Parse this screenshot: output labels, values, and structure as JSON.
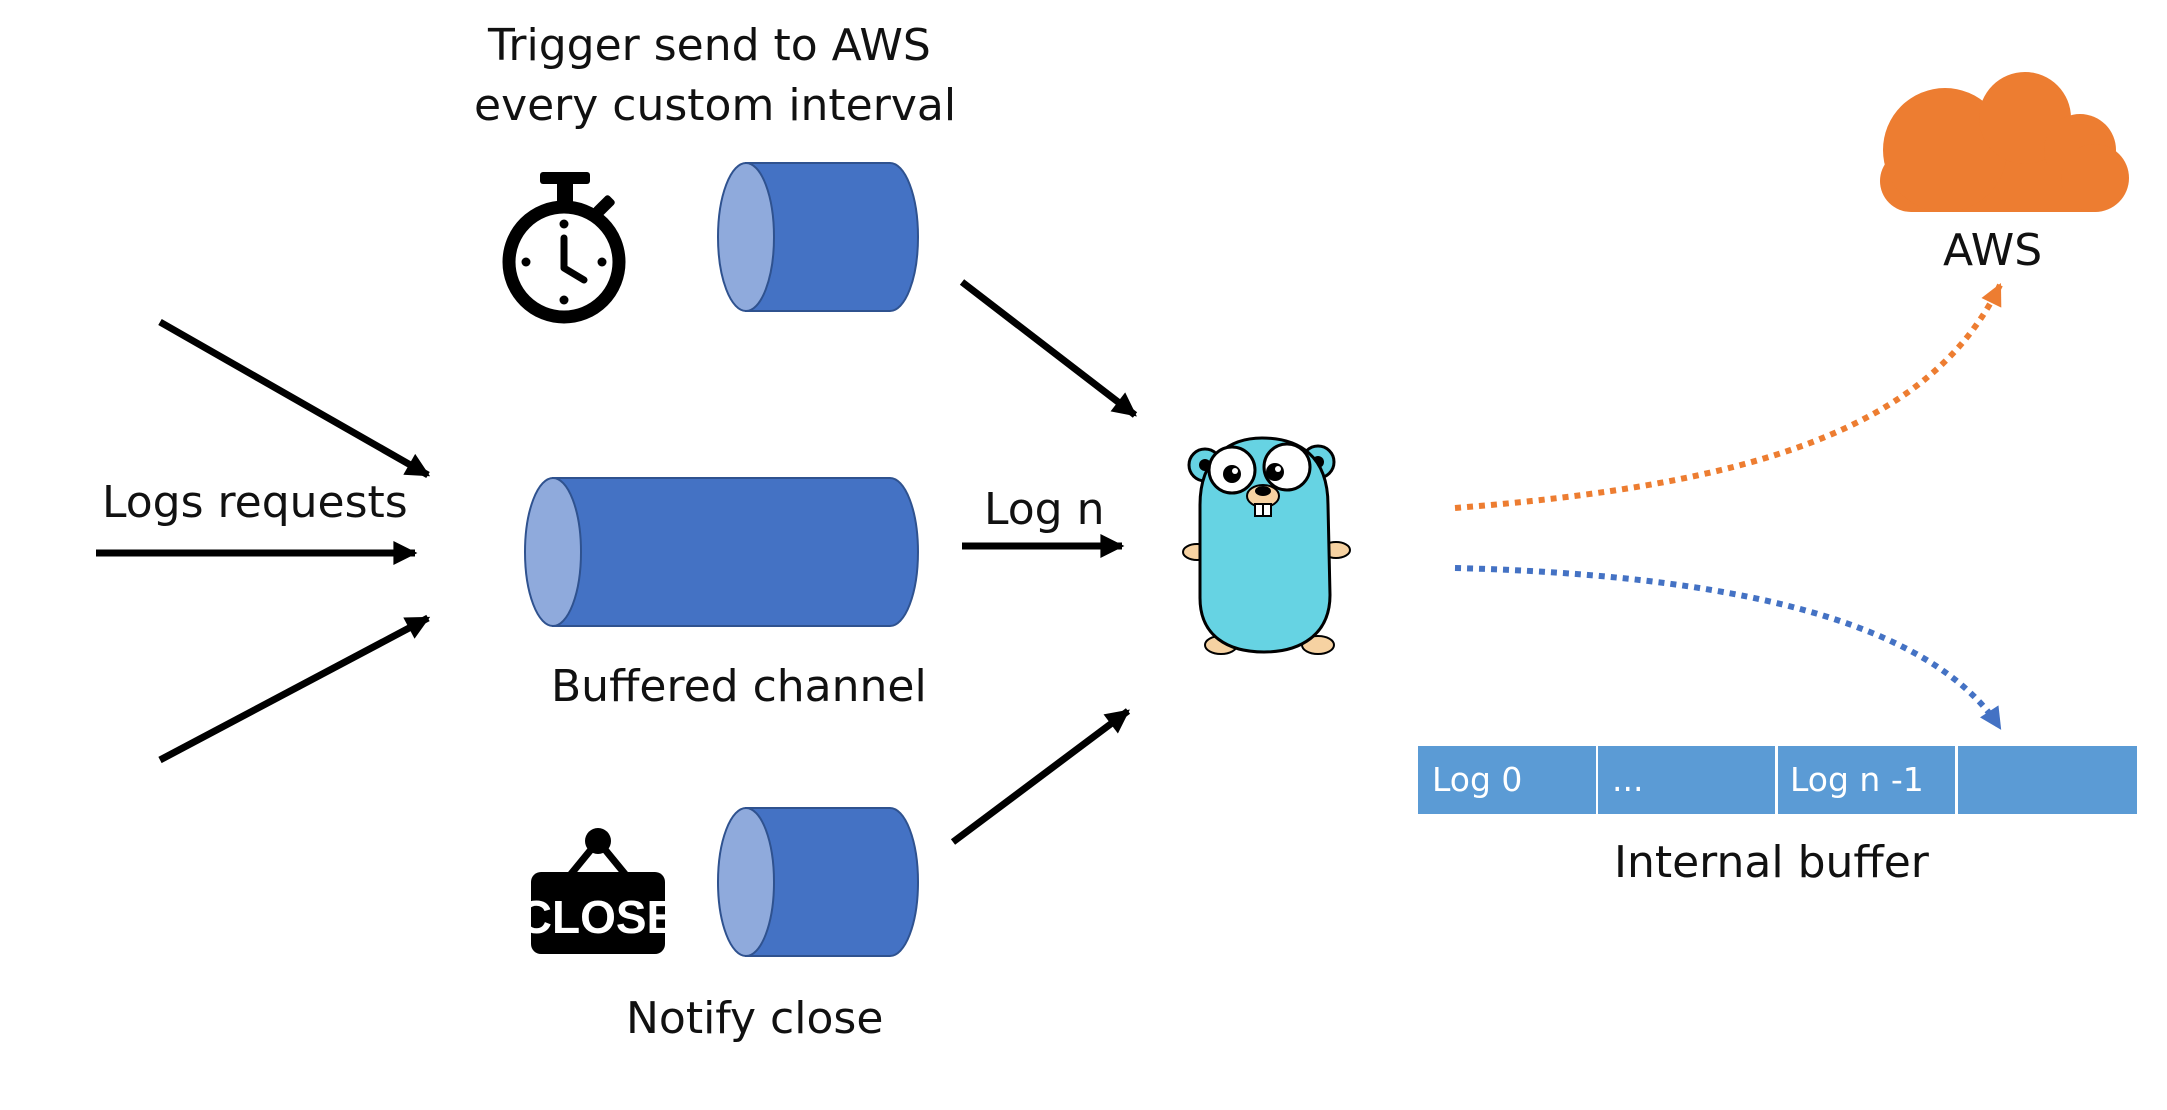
{
  "labels": {
    "trigger_line1": "Trigger send to AWS",
    "trigger_line2": "every custom interval",
    "logs_requests": "Logs requests",
    "log_n": "Log n",
    "buffered_channel": "Buffered channel",
    "notify_close": "Notify close",
    "aws": "AWS",
    "internal_buffer": "Internal buffer",
    "close_sign": "CLOSE"
  },
  "buffer_cells": [
    "Log 0",
    "...",
    "Log n -1",
    ""
  ],
  "icons": {
    "timer": "stopwatch-icon",
    "close": "close-sign-icon",
    "cloud": "cloud-icon",
    "gopher": "go-gopher-mascot"
  },
  "colors": {
    "channel_body": "#4472c4",
    "channel_cap": "#8faadc",
    "aws_arrow": "#ed7d31",
    "buffer_arrow": "#4472c4",
    "buffer_cell": "#5b9bd5",
    "cloud": "#ed7d31",
    "gopher": "#66d3e3"
  }
}
